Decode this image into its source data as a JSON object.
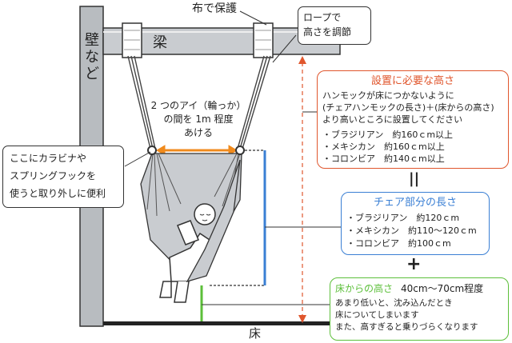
{
  "labels": {
    "wall": "壁など",
    "beam": "梁",
    "cloth": "布で保護",
    "floor": "床",
    "equals": "||",
    "plus": "+"
  },
  "callouts": {
    "rope": [
      "ロープで",
      "高さを調節"
    ],
    "carabiner": [
      "ここにカラビナや",
      "スプリングフックを",
      "使うと取り外しに便利"
    ],
    "eyes": [
      "2 つのアイ（輪っか）",
      "の間を 1m 程度",
      "あける"
    ]
  },
  "height_box": {
    "title": "設置に必要な高さ",
    "desc": [
      "ハンモックが床につかないように",
      "(チェアハンモックの長さ)＋(床からの高さ)",
      "より高いところに設置してください"
    ],
    "items": [
      "・ブラジリアン　約160ｃm以上",
      "・メキシカン　約160ｃm以上",
      "・コロンビア　約140ｃm以上"
    ]
  },
  "chair_box": {
    "title": "チェア部分の長さ",
    "items": [
      "・ブラジリアン　約120ｃm",
      "・メキシカン　約110〜120ｃm",
      "・コロンビア　約100ｃm"
    ]
  },
  "floor_box": {
    "title": "床からの高さ",
    "value": "40cm〜70cm程度",
    "desc": [
      "あまり低いと、沈み込んだとき",
      "床についてしまいます",
      "また、高すぎると乗りづらくなります"
    ]
  },
  "colors": {
    "red": "#e0562d",
    "blue": "#3a7fd4",
    "green": "#5cbf3a",
    "orange": "#f08a1c",
    "wall": "#b8bcc0"
  }
}
